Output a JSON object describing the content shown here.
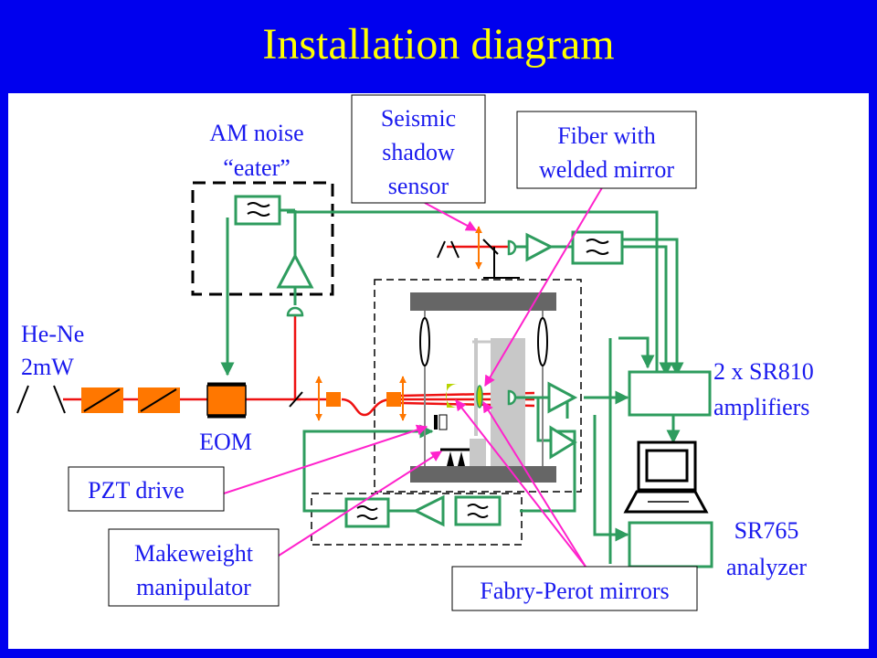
{
  "title": "Installation diagram",
  "colors": {
    "background": "#0000ee",
    "title": "#ffff00",
    "label_text": "#1a1aee",
    "beam": "#ee1111",
    "cable": "#2e9c5e",
    "annotation": "#ff22cc",
    "component": "#ff7700",
    "dashed_box": "#000000"
  },
  "labels": {
    "am_noise_1": "AM noise",
    "am_noise_2": "“eater”",
    "he_ne_1": "He-Ne",
    "he_ne_2": "2mW",
    "eom": "EOM",
    "amplifiers_1": "2 x SR810",
    "amplifiers_2": "amplifiers",
    "analyzer_1": "SR765",
    "analyzer_2": "analyzer"
  },
  "callouts": {
    "seismic_1": "Seismic",
    "seismic_2": "shadow",
    "seismic_3": "sensor",
    "fiber_1": "Fiber with",
    "fiber_2": "welded mirror",
    "pzt": "PZT drive",
    "makeweight_1": "Makeweight",
    "makeweight_2": "manipulator",
    "fabry_perot": "Fabry-Perot mirrors"
  },
  "icons": [
    "laser-icon",
    "polarizer-icon",
    "eom-icon",
    "amplifier-icon",
    "photodiode-icon",
    "filter-icon",
    "computer-icon",
    "mirror-icon"
  ]
}
